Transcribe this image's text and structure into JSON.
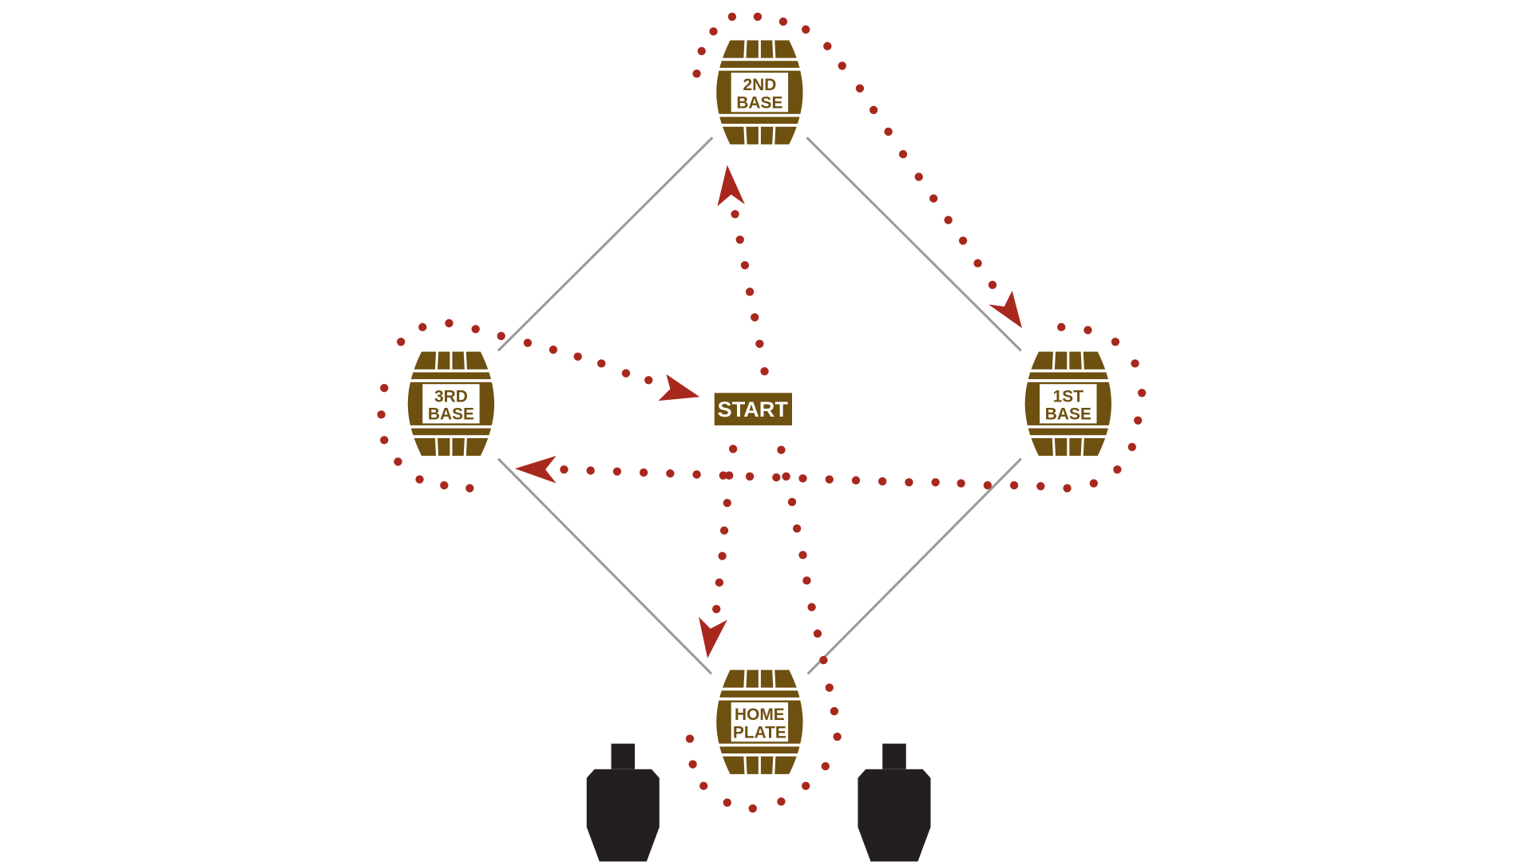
{
  "diagram": {
    "bases": {
      "second": {
        "line1": "2ND",
        "line2": "BASE"
      },
      "third": {
        "line1": "3RD",
        "line2": "BASE"
      },
      "first": {
        "line1": "1ST",
        "line2": "BASE"
      },
      "home": {
        "line1": "HOME",
        "line2": "PLATE"
      }
    },
    "start_label": "START",
    "colors": {
      "barrel": "#6e5010",
      "path_dots": "#a8281e",
      "base_lines": "#9a9a9a",
      "targets": "#231f20"
    }
  }
}
